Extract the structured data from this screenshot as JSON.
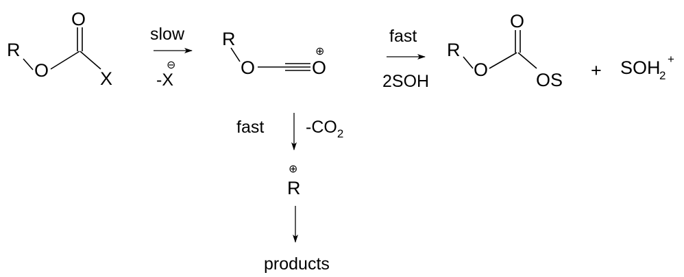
{
  "scheme": {
    "reactant": {
      "r": "R",
      "o_ester": "O",
      "o_carbonyl": "O",
      "leaving_group": "X"
    },
    "step1": {
      "label_top": "slow",
      "label_bottom": "-X",
      "charge": "⊖"
    },
    "intermediate": {
      "r": "R",
      "o_ether": "O",
      "o_acylium": "O",
      "charge": "⊕"
    },
    "step2": {
      "label_top": "fast",
      "label_bottom": "2SOH"
    },
    "product": {
      "r": "R",
      "o_ester": "O",
      "o_carbonyl": "O",
      "os": "OS"
    },
    "plus": "+",
    "byproduct": {
      "base": "SOH",
      "subscript": "2",
      "superscript": "+"
    },
    "step3": {
      "label_left": "fast",
      "label_right_base": "-CO",
      "label_right_sub": "2"
    },
    "cation": {
      "r": "R",
      "charge": "⊕"
    },
    "final": "products"
  }
}
